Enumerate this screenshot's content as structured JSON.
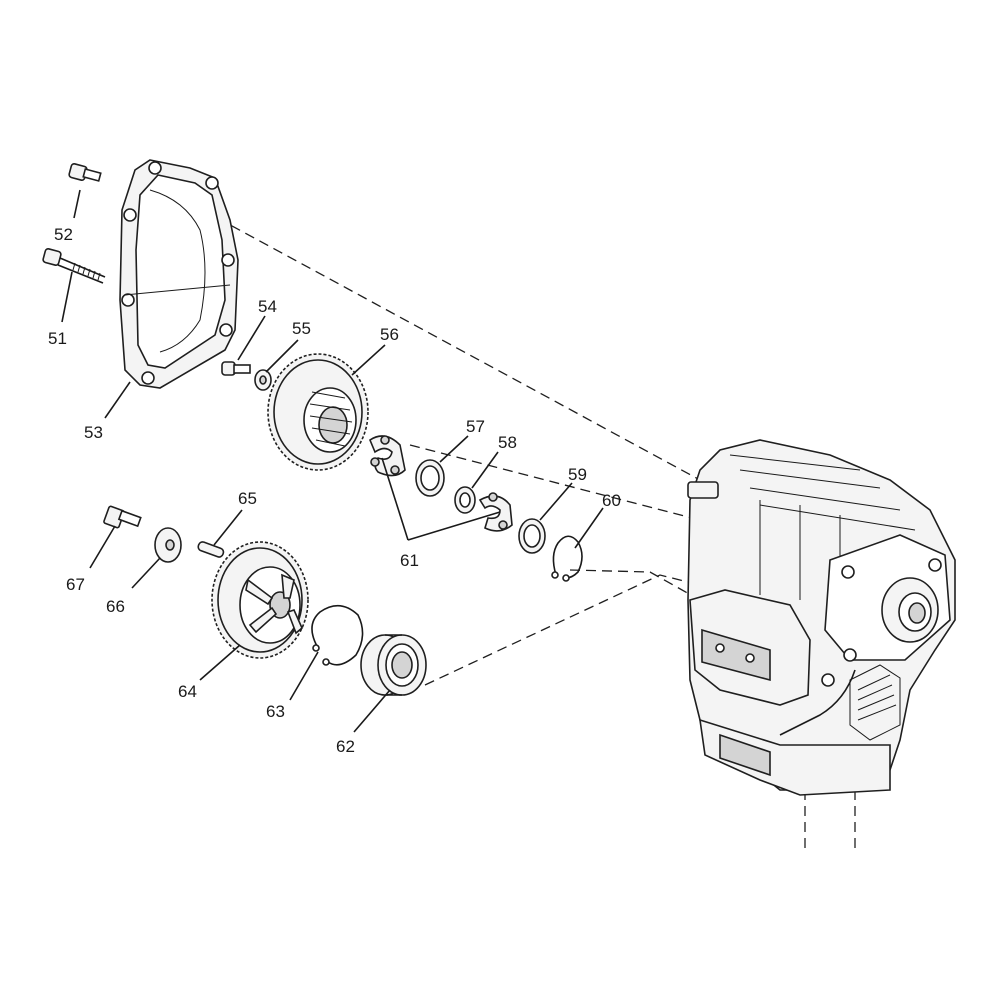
{
  "diagram": {
    "callouts": {
      "p51": "51",
      "p52": "52",
      "p53": "53",
      "p54": "54",
      "p55": "55",
      "p56": "56",
      "p57": "57",
      "p58": "58",
      "p59": "59",
      "p60": "60",
      "p61": "61",
      "p62": "62",
      "p63": "63",
      "p64": "64",
      "p65": "65",
      "p66": "66",
      "p67": "67"
    },
    "colors": {
      "line": "#1f1f1f",
      "part_fill": "#f4f4f4",
      "background": "#ffffff"
    }
  }
}
